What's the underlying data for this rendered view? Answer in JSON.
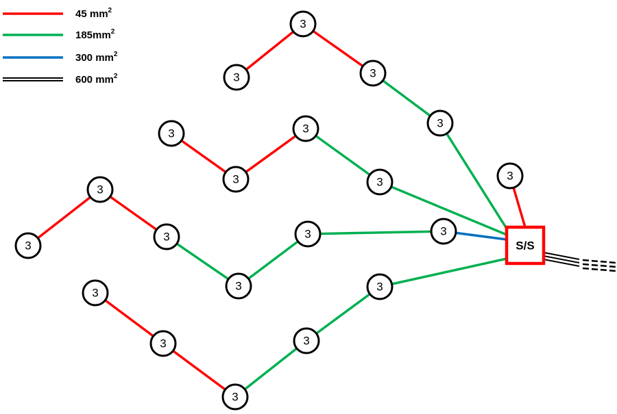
{
  "legend": [
    {
      "label": "45 mm",
      "sup": "2",
      "color": "#ff0000",
      "style": "single"
    },
    {
      "label": "185mm",
      "sup": "2",
      "color": "#00b050",
      "style": "single"
    },
    {
      "label": "300 mm",
      "sup": "2",
      "color": "#0070c0",
      "style": "single"
    },
    {
      "label": "600 mm",
      "sup": "2",
      "color": "#000000",
      "style": "double"
    }
  ],
  "substation": {
    "label": "S/S",
    "border_color": "#ff0000"
  },
  "nodes": [
    {
      "id": "a1",
      "label": "3"
    },
    {
      "id": "a2",
      "label": "3"
    },
    {
      "id": "a3",
      "label": "3"
    },
    {
      "id": "a4",
      "label": "3"
    },
    {
      "id": "b1",
      "label": "3"
    },
    {
      "id": "b2",
      "label": "3"
    },
    {
      "id": "b3",
      "label": "3"
    },
    {
      "id": "b4",
      "label": "3"
    },
    {
      "id": "c0",
      "label": "3"
    },
    {
      "id": "d1",
      "label": "3"
    },
    {
      "id": "d2",
      "label": "3"
    },
    {
      "id": "d3",
      "label": "3"
    },
    {
      "id": "d4",
      "label": "3"
    },
    {
      "id": "d5",
      "label": "3"
    },
    {
      "id": "d6",
      "label": "3"
    },
    {
      "id": "e1",
      "label": "3"
    },
    {
      "id": "e2",
      "label": "3"
    },
    {
      "id": "e3",
      "label": "3"
    },
    {
      "id": "e4",
      "label": "3"
    },
    {
      "id": "e5",
      "label": "3"
    }
  ],
  "edges": [
    {
      "from": "a1",
      "to": "a2",
      "cable": "45 mm2",
      "color": "#ff0000"
    },
    {
      "from": "a2",
      "to": "a3",
      "cable": "45 mm2",
      "color": "#ff0000"
    },
    {
      "from": "a3",
      "to": "a4",
      "cable": "185mm2",
      "color": "#00b050"
    },
    {
      "from": "a4",
      "to": "ss",
      "cable": "185mm2",
      "color": "#00b050"
    },
    {
      "from": "b1",
      "to": "b2",
      "cable": "45 mm2",
      "color": "#ff0000"
    },
    {
      "from": "b2",
      "to": "b3",
      "cable": "45 mm2",
      "color": "#ff0000"
    },
    {
      "from": "b3",
      "to": "b4",
      "cable": "185mm2",
      "color": "#00b050"
    },
    {
      "from": "b4",
      "to": "ss",
      "cable": "185mm2",
      "color": "#00b050"
    },
    {
      "from": "c0",
      "to": "ss",
      "cable": "45 mm2",
      "color": "#ff0000"
    },
    {
      "from": "d1",
      "to": "d2",
      "cable": "45 mm2",
      "color": "#ff0000"
    },
    {
      "from": "d2",
      "to": "d3",
      "cable": "45 mm2",
      "color": "#ff0000"
    },
    {
      "from": "d3",
      "to": "d4",
      "cable": "185mm2",
      "color": "#00b050"
    },
    {
      "from": "d4",
      "to": "d5",
      "cable": "185mm2",
      "color": "#00b050"
    },
    {
      "from": "d5",
      "to": "d6",
      "cable": "185mm2",
      "color": "#00b050"
    },
    {
      "from": "d6",
      "to": "ss",
      "cable": "300 mm2",
      "color": "#0070c0"
    },
    {
      "from": "e1",
      "to": "e2",
      "cable": "45 mm2",
      "color": "#ff0000"
    },
    {
      "from": "e2",
      "to": "e3",
      "cable": "45 mm2",
      "color": "#ff0000"
    },
    {
      "from": "e3",
      "to": "e4",
      "cable": "185mm2",
      "color": "#00b050"
    },
    {
      "from": "e4",
      "to": "e5",
      "cable": "185mm2",
      "color": "#00b050"
    },
    {
      "from": "e5",
      "to": "ss",
      "cable": "185mm2",
      "color": "#00b050"
    }
  ],
  "feeder": {
    "cable": "600 mm2",
    "color": "#000000"
  }
}
